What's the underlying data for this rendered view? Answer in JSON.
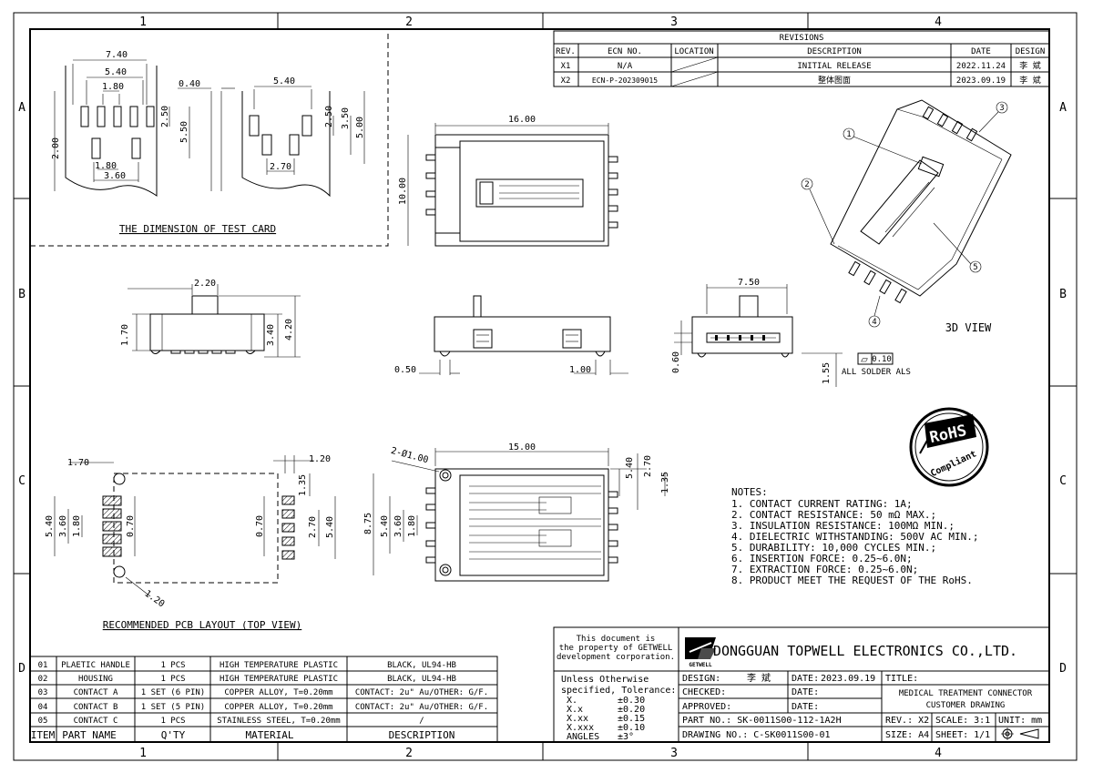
{
  "grid": {
    "columns": [
      "1",
      "2",
      "3",
      "4"
    ],
    "rows": [
      "A",
      "B",
      "C",
      "D"
    ]
  },
  "revisions": {
    "title": "REVISIONS",
    "headers": [
      "REV.",
      "ECN NO.",
      "LOCATION",
      "DESCRIPTION",
      "DATE",
      "DESIGN"
    ],
    "rows": [
      {
        "rev": "X1",
        "ecn": "N/A",
        "location": "",
        "description": "INITIAL RELEASE",
        "date": "2022.11.24",
        "design": "李 斌"
      },
      {
        "rev": "X2",
        "ecn": "ECN-P-202309015",
        "location": "",
        "description": "整体图面",
        "date": "2023.09.19",
        "design": "李 斌"
      }
    ]
  },
  "test_card": {
    "caption": "THE DIMENSION OF TEST CARD",
    "dims": {
      "d740": "7.40",
      "d540a": "5.40",
      "d180a": "1.80",
      "d250a": "2.50",
      "d550": "5.50",
      "d200": "2.00",
      "d180b": "1.80",
      "d360": "3.60",
      "d040": "0.40",
      "d540b": "5.40",
      "d250b": "2.50",
      "d350": "3.50",
      "d500": "5.00",
      "d270": "2.70"
    }
  },
  "top_view": {
    "d1600": "16.00",
    "d1000": "10.00"
  },
  "side_view": {
    "d220": "2.20",
    "d170": "1.70",
    "d340": "3.40",
    "d420": "4.20"
  },
  "front_view": {
    "d050": "0.50",
    "d100": "1.00"
  },
  "end_view": {
    "d750": "7.50",
    "d060": "0.60",
    "d155": "1.55"
  },
  "flatness": {
    "symbol": "⏥",
    "value": "0.10",
    "label": "ALL SOLDER  ALS"
  },
  "view3d": {
    "label": "3D VIEW",
    "balloons": [
      "1",
      "2",
      "3",
      "4",
      "5"
    ]
  },
  "rohs": {
    "main": "RoHS",
    "sub": "Compliant"
  },
  "pcb": {
    "caption": "RECOMMENDED PCB LAYOUT (TOP VIEW)",
    "dims": {
      "d170": "1.70",
      "d120": "1.20",
      "d135": "1.35",
      "d540": "5.40",
      "d360": "3.60",
      "d180": "1.80",
      "d070a": "0.70",
      "d070b": "0.70",
      "d270": "2.70",
      "d540b": "5.40",
      "d120b": "1.20"
    }
  },
  "bottom_view": {
    "d1500": "15.00",
    "hole": "2-Ø1.00",
    "d540": "5.40",
    "d270": "2.70",
    "d135": "1.35",
    "d875": "8.75",
    "d540b": "5.40",
    "d360": "3.60",
    "d180": "1.80"
  },
  "notes": {
    "title": "NOTES:",
    "items": [
      "1. CONTACT CURRENT RATING: 1A;",
      "2. CONTACT RESISTANCE: 50 mΩ MAX.;",
      "3. INSULATION RESISTANCE: 100MΩ MIN.;",
      "4. DIELECTRIC WITHSTANDING: 500V AC MIN.;",
      "5. DURABILITY: 10,000 CYCLES MIN.;",
      "6. INSERTION FORCE: 0.25~6.0N;",
      "7. EXTRACTION FORCE: 0.25~6.0N;",
      "8. PRODUCT MEET THE REQUEST OF THE RoHS."
    ]
  },
  "bom": {
    "headers": [
      "ITEM",
      "PART NAME",
      "Q'TY",
      "MATERIAL",
      "DESCRIPTION"
    ],
    "rows": [
      [
        "01",
        "PLAETIC HANDLE",
        "1 PCS",
        "HIGH TEMPERATURE PLASTIC",
        "BLACK, UL94-HB"
      ],
      [
        "02",
        "HOUSING",
        "1 PCS",
        "HIGH TEMPERATURE PLASTIC",
        "BLACK, UL94-HB"
      ],
      [
        "03",
        "CONTACT A",
        "1 SET (6 PIN)",
        "COPPER ALLOY, T=0.20mm",
        "CONTACT: 2u\" Au/OTHER: G/F."
      ],
      [
        "04",
        "CONTACT B",
        "1 SET (5 PIN)",
        "COPPER ALLOY, T=0.20mm",
        "CONTACT: 2u\" Au/OTHER: G/F."
      ],
      [
        "05",
        "CONTACT C",
        "1 PCS",
        "STAINLESS STEEL, T=0.20mm",
        "/"
      ]
    ]
  },
  "title_block": {
    "property": [
      "This document is",
      "the property of GETWELL",
      "development corporation."
    ],
    "logo_text": "GETWELL",
    "company": "DONGGUAN TOPWELL ELECTRONICS CO.,LTD.",
    "tolerance_title": [
      "Unless Otherwise",
      "specified, Tolerance:"
    ],
    "tolerances": [
      [
        "X.",
        "±0.30"
      ],
      [
        "X.x",
        "±0.20"
      ],
      [
        "X.xx",
        "±0.15"
      ],
      [
        "X.xxx",
        "±0.10"
      ],
      [
        "ANGLES",
        "±3°"
      ]
    ],
    "design_label": "DESIGN:",
    "design_value": "李 斌",
    "date_label": "DATE:",
    "date_value": "2023.09.19",
    "checked_label": "CHECKED:",
    "approved_label": "APPROVED:",
    "title_label": "TITLE:",
    "title_value_1": "MEDICAL TREATMENT CONNECTOR",
    "title_value_2": "CUSTOMER DRAWING",
    "part_no": "PART NO.: SK-0011S00-112-1A2H",
    "drawing_no": "DRAWING NO.: C-SK0011S00-01",
    "rev": "REV.: X2",
    "scale": "SCALE: 3:1",
    "unit": "UNIT: mm",
    "size": "SIZE: A4",
    "sheet": "SHEET: 1/1"
  }
}
